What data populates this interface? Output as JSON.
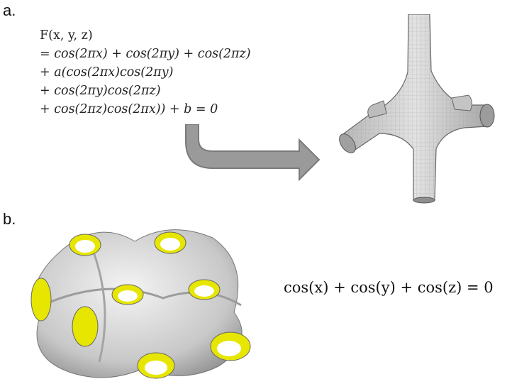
{
  "panels": {
    "a_label": "a.",
    "b_label": "b."
  },
  "equation_a": {
    "lines": [
      "F(x, y, z)",
      "= cos(2πx) + cos(2πy) + cos(2πz)",
      "+ a(cos(2πx)cos(2πy)",
      "+ cos(2πy)cos(2πz)",
      "+ cos(2πz)cos(2πx)) + b = 0"
    ]
  },
  "equation_b": "cos(x) + cos(y) + cos(z) = 0",
  "colors": {
    "arrow_fill": "#9a9a9a",
    "arrow_stroke": "#7a7a7a",
    "surface_gray": "#c8c8c8",
    "surface_yellow": "#e6e600"
  }
}
